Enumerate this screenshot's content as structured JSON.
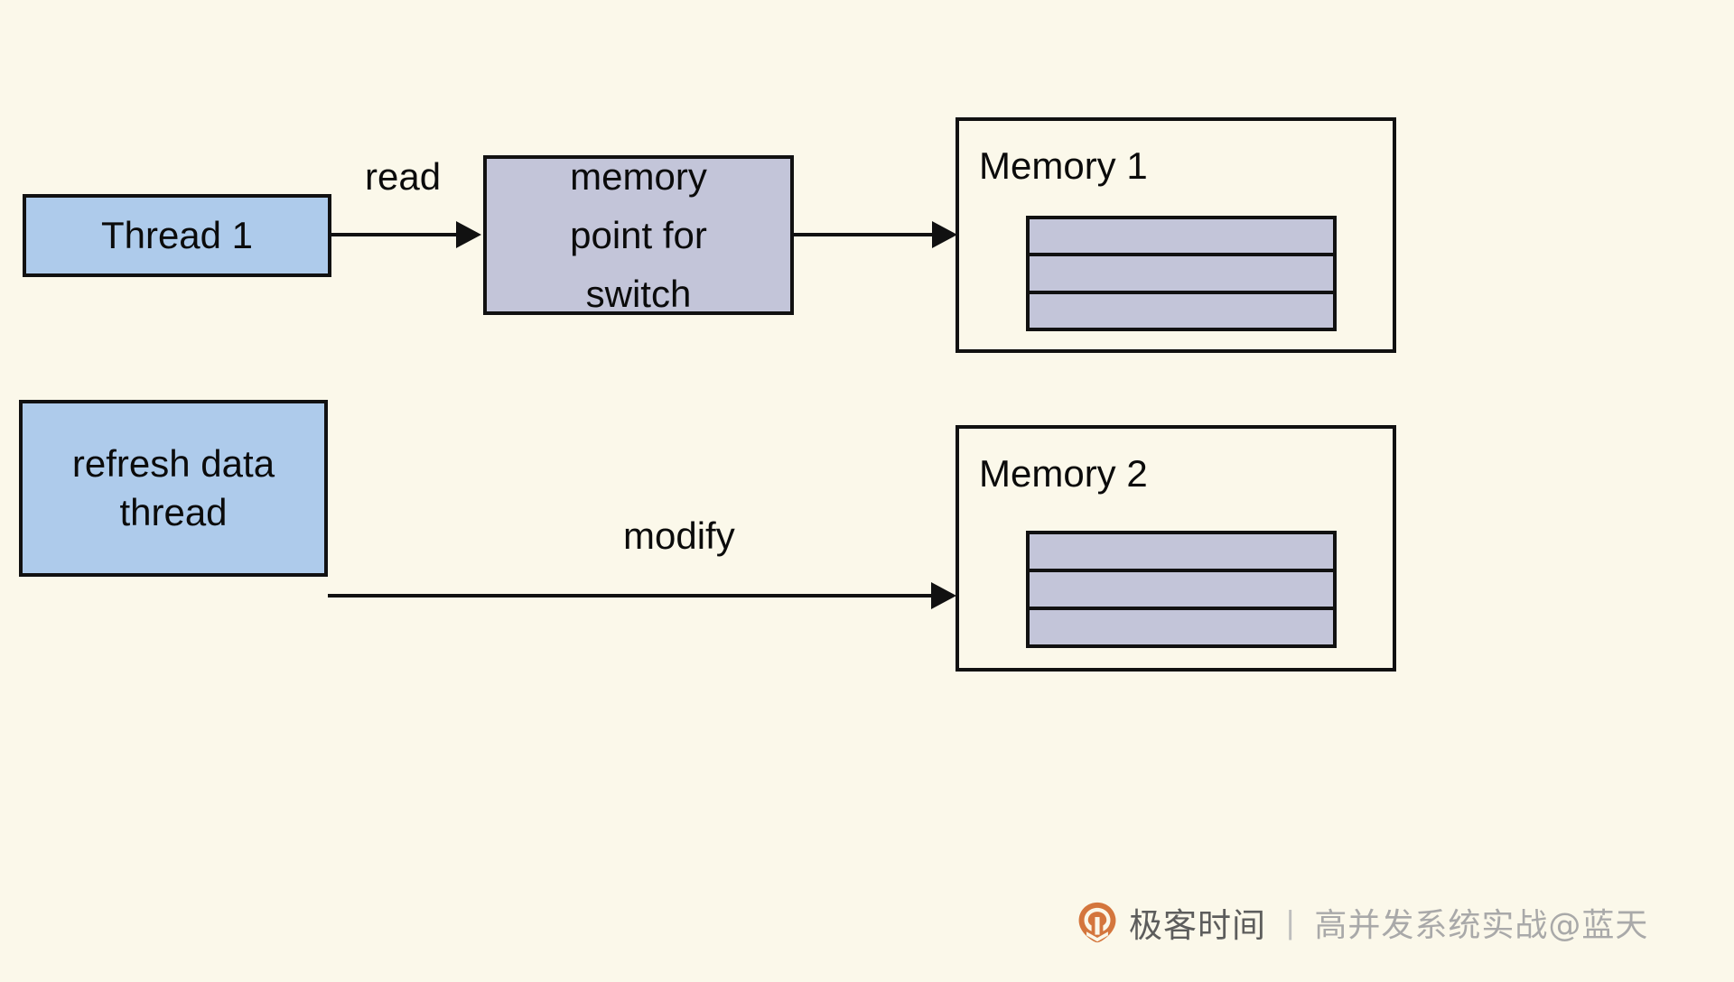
{
  "diagram": {
    "background_color": "#fbf8ea",
    "nodes": [
      {
        "id": "thread1",
        "label": "Thread 1",
        "fill": "#aecbeb"
      },
      {
        "id": "memptr",
        "label": "memory\npoint for\nswitch",
        "fill": "#c3c5d9"
      },
      {
        "id": "refreshthread",
        "label": "refresh data\nthread",
        "fill": "#aecbeb"
      }
    ],
    "node_labels": {
      "thread1": "Thread 1",
      "memptr_line1": "memory",
      "memptr_line2": "point for",
      "memptr_line3": "switch",
      "refresh_line1": "refresh data",
      "refresh_line2": "thread"
    },
    "memories": [
      {
        "id": "memory1",
        "title": "Memory 1",
        "rows": 3,
        "row_fill": "#c3c5d9"
      },
      {
        "id": "memory2",
        "title": "Memory 2",
        "rows": 3,
        "row_fill": "#c3c5d9"
      }
    ],
    "edges": [
      {
        "id": "read",
        "label": "read",
        "from": "thread1",
        "to": "memptr"
      },
      {
        "id": "toMem1",
        "label": "",
        "from": "memptr",
        "to": "memory1"
      },
      {
        "id": "modify",
        "label": "modify",
        "from": "refreshthread",
        "to": "memory2"
      }
    ],
    "edge_labels": {
      "read": "read",
      "modify": "modify"
    },
    "colors": {
      "thread_fill": "#aecbeb",
      "memory_slot_fill": "#c3c5d9",
      "stroke": "#111111",
      "canvas": "#fbf8ea"
    }
  },
  "watermark": {
    "logo_icon": "geektime-pin-logo-icon",
    "brand": "极客时间",
    "separator": "|",
    "course": "高并发系统实战@蓝天",
    "logo_color": "#d4743a"
  }
}
